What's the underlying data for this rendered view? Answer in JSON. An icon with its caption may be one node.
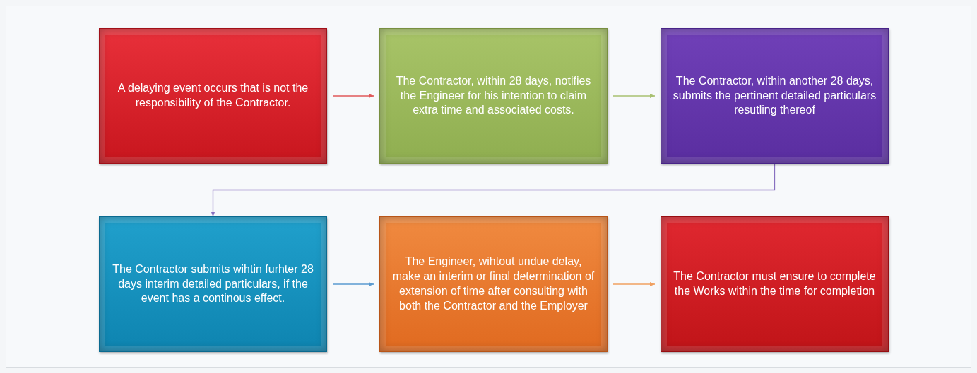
{
  "diagram": {
    "nodes": [
      {
        "text": [
          "A delaying event occurs that is not the responsibility of the Contractor."
        ]
      },
      {
        "text": [
          "The Contractor, within 28 days, notifies the Engineer for his intention to claim extra time and associated costs."
        ]
      },
      {
        "text": [
          "The Contractor, within another 28 days, submits the pertinent detailed particulars resutling thereof"
        ]
      },
      {
        "text": [
          "The Contractor submits wihtin furhter 28 days  interim detailed particulars, if the event has a continous effect."
        ]
      },
      {
        "text": [
          "The Engineer, wihtout undue delay, make an interim or final determination of extension of time after consulting with both the Contractor and the Employer"
        ]
      },
      {
        "text": [
          "The Contractor must ensure to complete the Works within the time for completion"
        ]
      }
    ],
    "edges": [
      {
        "from": 0,
        "to": 1,
        "arrow": "to",
        "color": "#e0585a"
      },
      {
        "from": 1,
        "to": 2,
        "arrow": "to",
        "color": "#a8c070"
      },
      {
        "from": 2,
        "to": 3,
        "arrow": "to",
        "color": "#8870c0"
      },
      {
        "from": 3,
        "to": 4,
        "arrow": "to",
        "color": "#5a9ad0"
      },
      {
        "from": 4,
        "to": 5,
        "arrow": "to",
        "color": "#f0a060"
      }
    ]
  }
}
